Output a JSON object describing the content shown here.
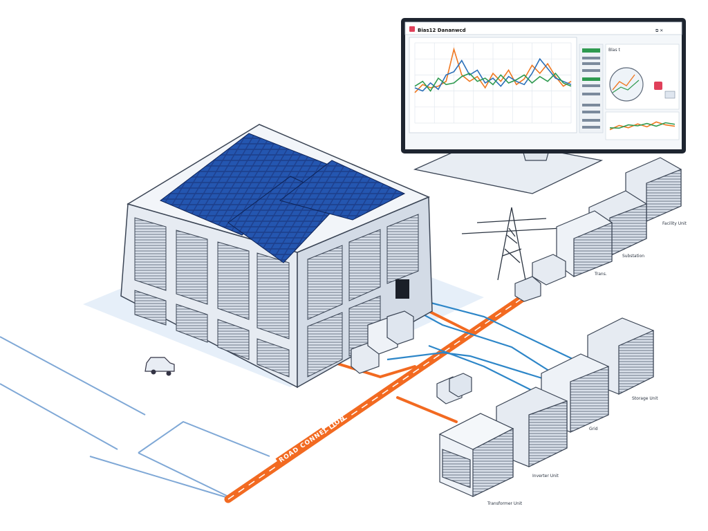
{
  "monitor": {
    "title": "Bias12 Dananwcd",
    "side_panel_title": "Blas t",
    "colors": {
      "frame": "#1e2530",
      "screen": "#f4f7fa",
      "accent": "#e0405a"
    }
  },
  "chart_data": [
    {
      "type": "line",
      "title": "",
      "xlabel": "",
      "ylabel": "",
      "ylim": [
        0,
        100
      ],
      "x": [
        0,
        1,
        2,
        3,
        4,
        5,
        6,
        7,
        8,
        9,
        10,
        11,
        12,
        13,
        14,
        15,
        16,
        17,
        18,
        19,
        20
      ],
      "series": [
        {
          "color": "#f07820",
          "values": [
            38,
            48,
            44,
            46,
            52,
            92,
            60,
            52,
            58,
            44,
            62,
            52,
            66,
            48,
            55,
            72,
            62,
            74,
            58,
            46,
            52
          ]
        },
        {
          "color": "#2a6fb8",
          "values": [
            44,
            40,
            50,
            42,
            60,
            64,
            78,
            60,
            66,
            50,
            56,
            46,
            58,
            52,
            48,
            62,
            80,
            68,
            56,
            52,
            48
          ]
        },
        {
          "color": "#2f9a50",
          "values": [
            46,
            52,
            40,
            56,
            48,
            50,
            58,
            62,
            52,
            56,
            48,
            60,
            50,
            54,
            60,
            50,
            58,
            52,
            62,
            50,
            46
          ]
        }
      ]
    },
    {
      "type": "line",
      "ylim": [
        0,
        100
      ],
      "x": [
        0,
        1,
        2,
        3,
        4,
        5,
        6,
        7
      ],
      "series": [
        {
          "color": "#f07820",
          "values": [
            30,
            52,
            40,
            60,
            45,
            70,
            55,
            48
          ]
        },
        {
          "color": "#2f9a50",
          "values": [
            40,
            38,
            55,
            50,
            62,
            48,
            66,
            58
          ]
        }
      ]
    }
  ],
  "labels": {
    "road": "ROAD CONNECTION",
    "unit_top_1": "Facility Unit",
    "unit_top_2": "Substation",
    "unit_top_3": "Trans.",
    "unit_bottom_1": "Storage Unit",
    "unit_bottom_2": "Inverter Unit",
    "unit_bottom_3": "Grid",
    "unit_bottom_4": "Transformer Unit"
  },
  "colors": {
    "power_line": "#f26a21",
    "data_line": "#2d86c8",
    "building": "#e6ebf2",
    "solar": "#1d3f8c"
  }
}
